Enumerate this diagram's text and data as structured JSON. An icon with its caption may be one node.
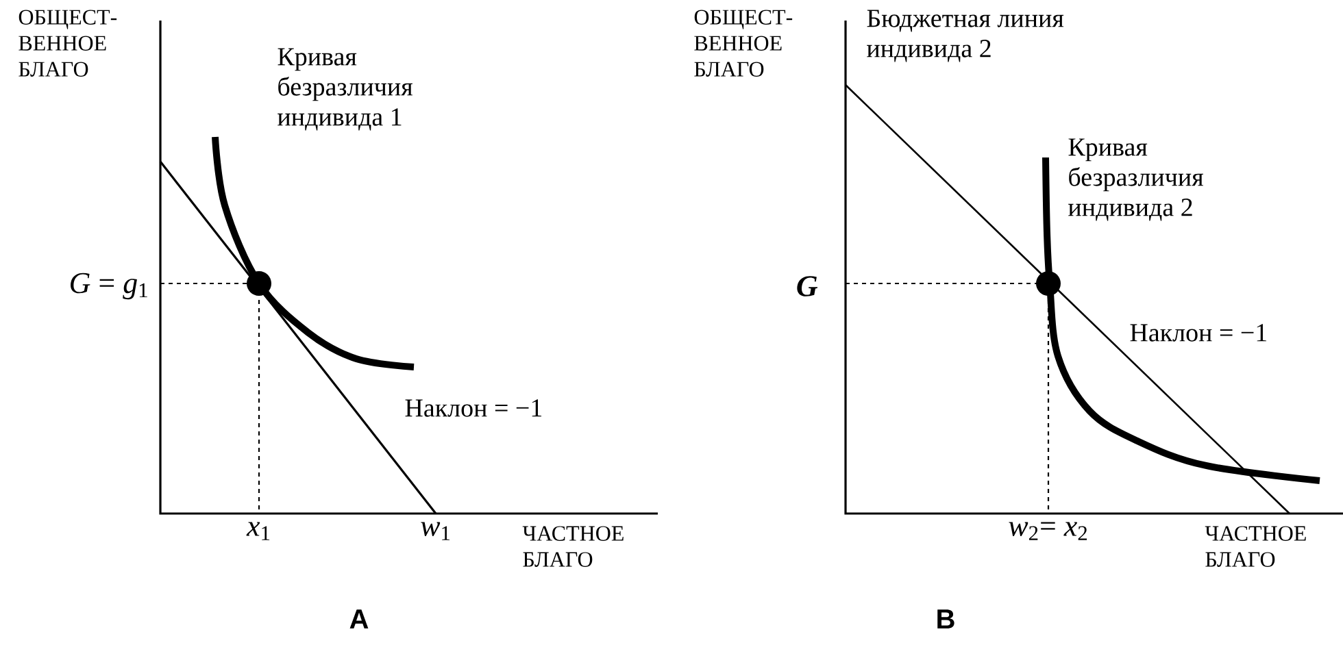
{
  "diagram": {
    "labels": [
      "ОБЩЕСТ-ВЕННОЕ БЛАГО",
      "Кривая безразличия индивида 1",
      "*G* = *g*$_{1}$",
      "Наклон = −1",
      "*x*$_{1}$",
      "*w*$_{1}$",
      "ЧАСТНОЕ БЛАГО",
      "А",
      "ОБЩЕСТ-ВЕННОЕ БЛАГО",
      "Бюджетная линия индивида 2",
      "Кривая безразличия индивида 2",
      "G",
      "Наклон = −1",
      "*w*$_{2}$= *x*$_{2}$",
      "ЧАСТНОЕ БЛАГО",
      "В"
    ]
  }
}
